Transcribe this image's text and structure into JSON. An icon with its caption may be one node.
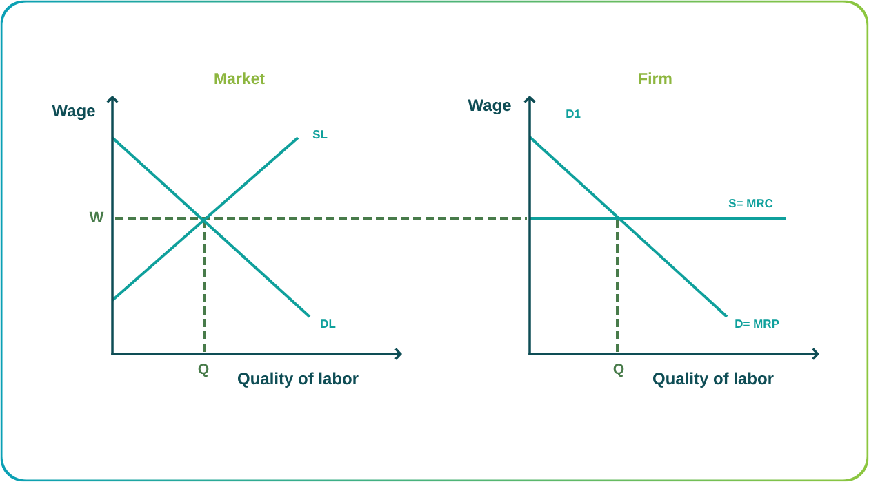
{
  "diagram": {
    "labels": [
      "Market",
      "Wage",
      "SL",
      "W",
      "DL",
      "Q",
      "Quality of labor",
      "Firm",
      "Wage",
      "D1",
      "S= MRC",
      "D= MRP",
      "Q",
      "Quality of labor"
    ]
  }
}
